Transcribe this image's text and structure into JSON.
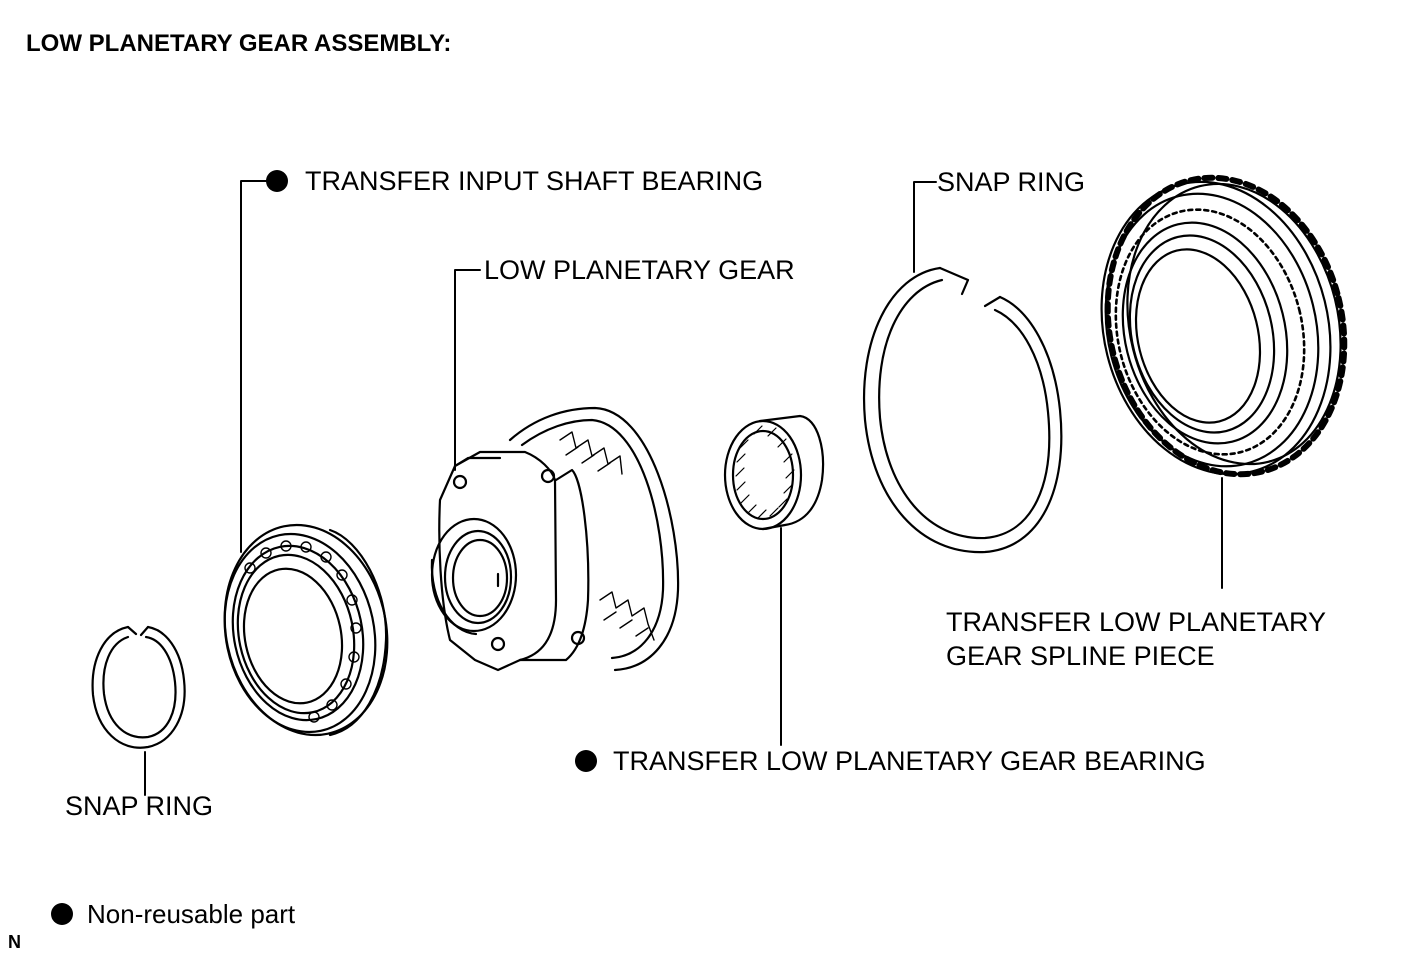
{
  "title": "LOW PLANETARY GEAR ASSEMBLY:",
  "labels": {
    "input_bearing": "TRANSFER INPUT SHAFT BEARING",
    "low_planetary_gear": "LOW PLANETARY GEAR",
    "snap_ring_top": "SNAP RING",
    "spline_piece_line1": "TRANSFER LOW PLANETARY",
    "spline_piece_line2": "GEAR SPLINE PIECE",
    "low_gear_bearing": "TRANSFER LOW PLANETARY GEAR BEARING",
    "snap_ring_bottom": "SNAP RING"
  },
  "legend": {
    "text": "Non-reusable part",
    "marker_icon": "filled-circle-icon"
  },
  "corner_mark": "N",
  "colors": {
    "ink": "#000000",
    "paper": "#ffffff"
  }
}
